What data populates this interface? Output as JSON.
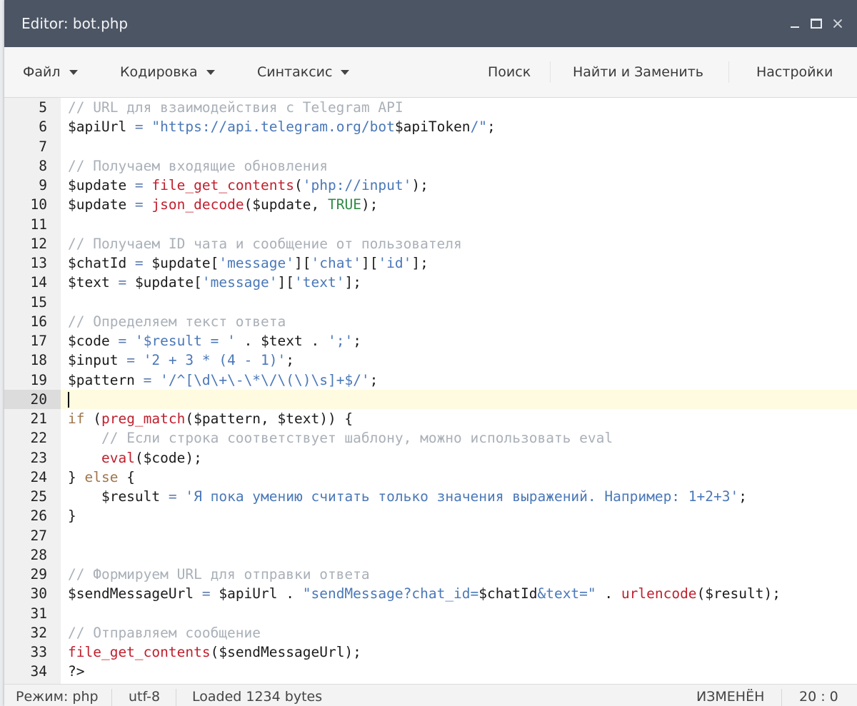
{
  "window": {
    "title": "Editor: bot.php"
  },
  "menu": {
    "file": "Файл",
    "encoding": "Кодировка",
    "syntax": "Синтаксис",
    "search": "Поиск",
    "find_replace": "Найти и Заменить",
    "settings": "Настройки"
  },
  "editor": {
    "active_line": 20,
    "lines": [
      {
        "n": 5,
        "tokens": [
          {
            "t": "// URL для взаимодействия с Telegram API",
            "c": "cm"
          }
        ]
      },
      {
        "n": 6,
        "tokens": [
          {
            "t": "$apiUrl ",
            "c": ""
          },
          {
            "t": "=",
            "c": "op"
          },
          {
            "t": " ",
            "c": ""
          },
          {
            "t": "\"https://api.telegram.org/bot",
            "c": "str"
          },
          {
            "t": "$apiToken",
            "c": ""
          },
          {
            "t": "/\"",
            "c": "str"
          },
          {
            "t": ";",
            "c": ""
          }
        ]
      },
      {
        "n": 7,
        "tokens": []
      },
      {
        "n": 8,
        "tokens": [
          {
            "t": "// Получаем входящие обновления",
            "c": "cm"
          }
        ]
      },
      {
        "n": 9,
        "tokens": [
          {
            "t": "$update ",
            "c": ""
          },
          {
            "t": "=",
            "c": "op"
          },
          {
            "t": " ",
            "c": ""
          },
          {
            "t": "file_get_contents",
            "c": "fn"
          },
          {
            "t": "(",
            "c": ""
          },
          {
            "t": "'php://input'",
            "c": "str"
          },
          {
            "t": ");",
            "c": ""
          }
        ]
      },
      {
        "n": 10,
        "tokens": [
          {
            "t": "$update ",
            "c": ""
          },
          {
            "t": "=",
            "c": "op"
          },
          {
            "t": " ",
            "c": ""
          },
          {
            "t": "json_decode",
            "c": "fn"
          },
          {
            "t": "($update, ",
            "c": ""
          },
          {
            "t": "TRUE",
            "c": "const"
          },
          {
            "t": ");",
            "c": ""
          }
        ]
      },
      {
        "n": 11,
        "tokens": []
      },
      {
        "n": 12,
        "tokens": [
          {
            "t": "// Получаем ID чата и сообщение от пользователя",
            "c": "cm"
          }
        ]
      },
      {
        "n": 13,
        "tokens": [
          {
            "t": "$chatId ",
            "c": ""
          },
          {
            "t": "=",
            "c": "op"
          },
          {
            "t": " $update[",
            "c": ""
          },
          {
            "t": "'message'",
            "c": "str"
          },
          {
            "t": "][",
            "c": ""
          },
          {
            "t": "'chat'",
            "c": "str"
          },
          {
            "t": "][",
            "c": ""
          },
          {
            "t": "'id'",
            "c": "str"
          },
          {
            "t": "];",
            "c": ""
          }
        ]
      },
      {
        "n": 14,
        "tokens": [
          {
            "t": "$text ",
            "c": ""
          },
          {
            "t": "=",
            "c": "op"
          },
          {
            "t": " $update[",
            "c": ""
          },
          {
            "t": "'message'",
            "c": "str"
          },
          {
            "t": "][",
            "c": ""
          },
          {
            "t": "'text'",
            "c": "str"
          },
          {
            "t": "];",
            "c": ""
          }
        ]
      },
      {
        "n": 15,
        "tokens": []
      },
      {
        "n": 16,
        "tokens": [
          {
            "t": "// Определяем текст ответа",
            "c": "cm"
          }
        ]
      },
      {
        "n": 17,
        "tokens": [
          {
            "t": "$code ",
            "c": ""
          },
          {
            "t": "=",
            "c": "op"
          },
          {
            "t": " ",
            "c": ""
          },
          {
            "t": "'$result = '",
            "c": "str"
          },
          {
            "t": " . $text . ",
            "c": ""
          },
          {
            "t": "';'",
            "c": "str"
          },
          {
            "t": ";",
            "c": ""
          }
        ]
      },
      {
        "n": 18,
        "tokens": [
          {
            "t": "$input ",
            "c": ""
          },
          {
            "t": "=",
            "c": "op"
          },
          {
            "t": " ",
            "c": ""
          },
          {
            "t": "'2 + 3 * (4 - 1)'",
            "c": "str"
          },
          {
            "t": ";",
            "c": ""
          }
        ]
      },
      {
        "n": 19,
        "tokens": [
          {
            "t": "$pattern ",
            "c": ""
          },
          {
            "t": "=",
            "c": "op"
          },
          {
            "t": " ",
            "c": ""
          },
          {
            "t": "'/^[\\d\\+\\-\\*\\/\\(\\)\\s]+$/'",
            "c": "str"
          },
          {
            "t": ";",
            "c": ""
          }
        ]
      },
      {
        "n": 20,
        "tokens": []
      },
      {
        "n": 21,
        "tokens": [
          {
            "t": "if",
            "c": "kw"
          },
          {
            "t": " (",
            "c": ""
          },
          {
            "t": "preg_match",
            "c": "fn"
          },
          {
            "t": "($pattern, $text)) {",
            "c": ""
          }
        ]
      },
      {
        "n": 22,
        "tokens": [
          {
            "t": "    ",
            "c": ""
          },
          {
            "t": "// Если строка соответствует шаблону, можно использовать eval",
            "c": "cm"
          }
        ]
      },
      {
        "n": 23,
        "tokens": [
          {
            "t": "    ",
            "c": ""
          },
          {
            "t": "eval",
            "c": "fn"
          },
          {
            "t": "($code);",
            "c": ""
          }
        ]
      },
      {
        "n": 24,
        "tokens": [
          {
            "t": "} ",
            "c": ""
          },
          {
            "t": "else",
            "c": "kw"
          },
          {
            "t": " {",
            "c": ""
          }
        ]
      },
      {
        "n": 25,
        "tokens": [
          {
            "t": "    $result ",
            "c": ""
          },
          {
            "t": "=",
            "c": "op"
          },
          {
            "t": " ",
            "c": ""
          },
          {
            "t": "'Я пока умению считать только значения выражений. Например: 1+2+3'",
            "c": "str"
          },
          {
            "t": ";",
            "c": ""
          }
        ]
      },
      {
        "n": 26,
        "tokens": [
          {
            "t": "}",
            "c": ""
          }
        ]
      },
      {
        "n": 27,
        "tokens": []
      },
      {
        "n": 28,
        "tokens": []
      },
      {
        "n": 29,
        "tokens": [
          {
            "t": "// Формируем URL для отправки ответа",
            "c": "cm"
          }
        ]
      },
      {
        "n": 30,
        "tokens": [
          {
            "t": "$sendMessageUrl ",
            "c": ""
          },
          {
            "t": "=",
            "c": "op"
          },
          {
            "t": " $apiUrl . ",
            "c": ""
          },
          {
            "t": "\"sendMessage?chat_id=",
            "c": "str"
          },
          {
            "t": "$chatId",
            "c": ""
          },
          {
            "t": "&text=\"",
            "c": "str"
          },
          {
            "t": " . ",
            "c": ""
          },
          {
            "t": "urlencode",
            "c": "fn"
          },
          {
            "t": "($result);",
            "c": ""
          }
        ]
      },
      {
        "n": 31,
        "tokens": []
      },
      {
        "n": 32,
        "tokens": [
          {
            "t": "// Отправляем сообщение",
            "c": "cm"
          }
        ]
      },
      {
        "n": 33,
        "tokens": [
          {
            "t": "file_get_contents",
            "c": "fn"
          },
          {
            "t": "($sendMessageUrl);",
            "c": ""
          }
        ]
      },
      {
        "n": 34,
        "tokens": [
          {
            "t": "?>",
            "c": ""
          }
        ]
      }
    ]
  },
  "status": {
    "mode": "Режим: php",
    "encoding": "utf-8",
    "loaded": "Loaded 1234 bytes",
    "modified": "ИЗМЕНЁН",
    "position": "20 : 0"
  },
  "colors": {
    "titlebar": "#4c5564",
    "comment": "#aab0b8",
    "string": "#4a78b8",
    "function": "#c0202e",
    "keyword": "#a0764c",
    "constant": "#2f8a46",
    "active_line": "#fffbe0"
  }
}
